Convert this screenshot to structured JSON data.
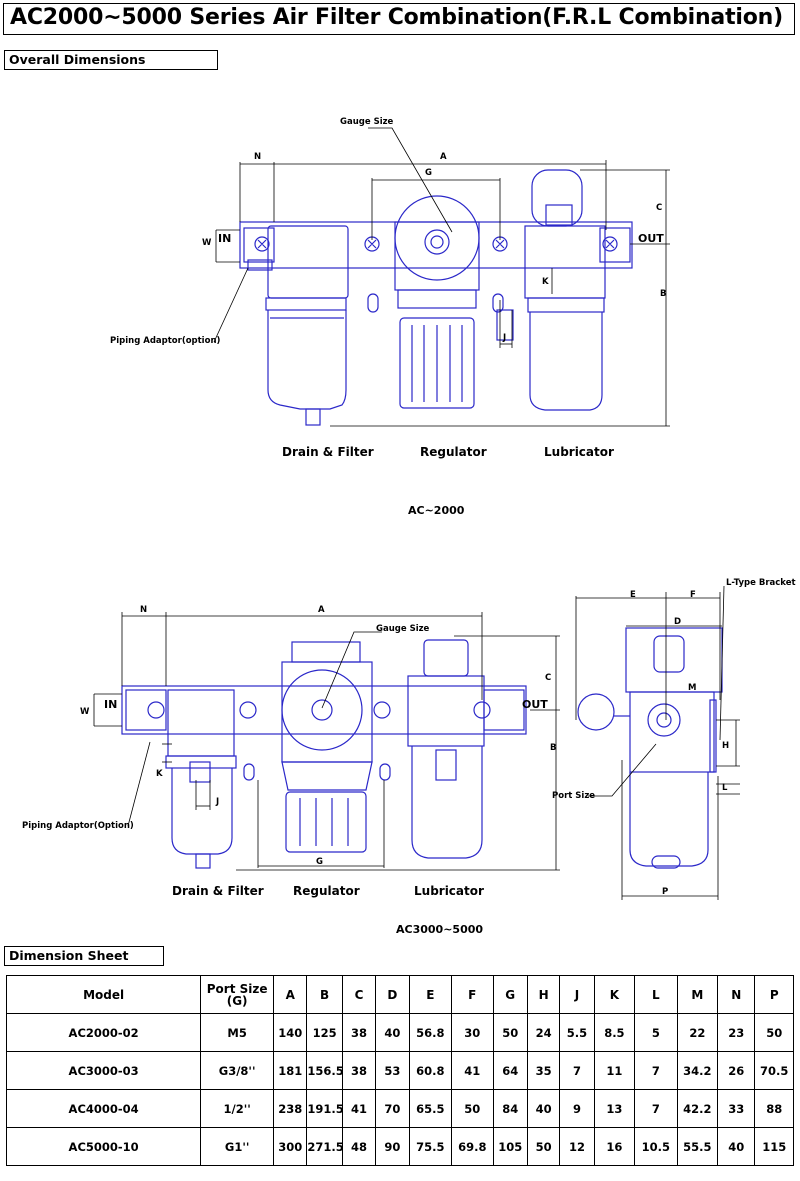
{
  "title": "AC2000~5000 Series Air Filter Combination(F.R.L Combination)",
  "sections": {
    "overall": "Overall Dimensions",
    "sheet": "Dimension Sheet"
  },
  "diagram1": {
    "caption": "AC~2000",
    "labels": {
      "gauge": "Gauge Size",
      "n": "N",
      "a": "A",
      "g": "G",
      "c": "C",
      "w": "W",
      "in": "IN",
      "out": "OUT",
      "k": "K",
      "b": "B",
      "j": "J",
      "piping": "Piping Adaptor(option)",
      "drain": "Drain & Filter",
      "regulator": "Regulator",
      "lubricator": "Lubricator"
    }
  },
  "diagram2": {
    "caption": "AC3000~5000",
    "labels": {
      "gauge": "Gauge Size",
      "n": "N",
      "a": "A",
      "g": "G",
      "c": "C",
      "w": "W",
      "in": "IN",
      "out": "OUT",
      "k": "K",
      "b": "B",
      "j": "J",
      "piping": "Piping Adaptor(Option)",
      "drain": "Drain & Filter",
      "regulator": "Regulator",
      "lubricator": "Lubricator"
    }
  },
  "diagram3": {
    "labels": {
      "bracket": "L-Type Bracket",
      "e": "E",
      "f": "F",
      "d": "D",
      "h": "H",
      "l": "L",
      "m": "M",
      "port": "Port Size",
      "p": "P"
    }
  },
  "table": {
    "headers": [
      "Model",
      "Port Size\n(G)",
      "A",
      "B",
      "C",
      "D",
      "E",
      "F",
      "G",
      "H",
      "J",
      "K",
      "L",
      "M",
      "N",
      "P"
    ],
    "rows": [
      [
        "AC2000-02",
        "M5",
        "140",
        "125",
        "38",
        "40",
        "56.8",
        "30",
        "50",
        "24",
        "5.5",
        "8.5",
        "5",
        "22",
        "23",
        "50"
      ],
      [
        "AC3000-03",
        "G3/8''",
        "181",
        "156.5",
        "38",
        "53",
        "60.8",
        "41",
        "64",
        "35",
        "7",
        "11",
        "7",
        "34.2",
        "26",
        "70.5"
      ],
      [
        "AC4000-04",
        "1/2''",
        "238",
        "191.5",
        "41",
        "70",
        "65.5",
        "50",
        "84",
        "40",
        "9",
        "13",
        "7",
        "42.2",
        "33",
        "88"
      ],
      [
        "AC5000-10",
        "G1''",
        "300",
        "271.5",
        "48",
        "90",
        "75.5",
        "69.8",
        "105",
        "50",
        "12",
        "16",
        "10.5",
        "55.5",
        "40",
        "115"
      ]
    ]
  },
  "colors": {
    "drawing": "#2b28c9",
    "dimension": "#000000"
  }
}
